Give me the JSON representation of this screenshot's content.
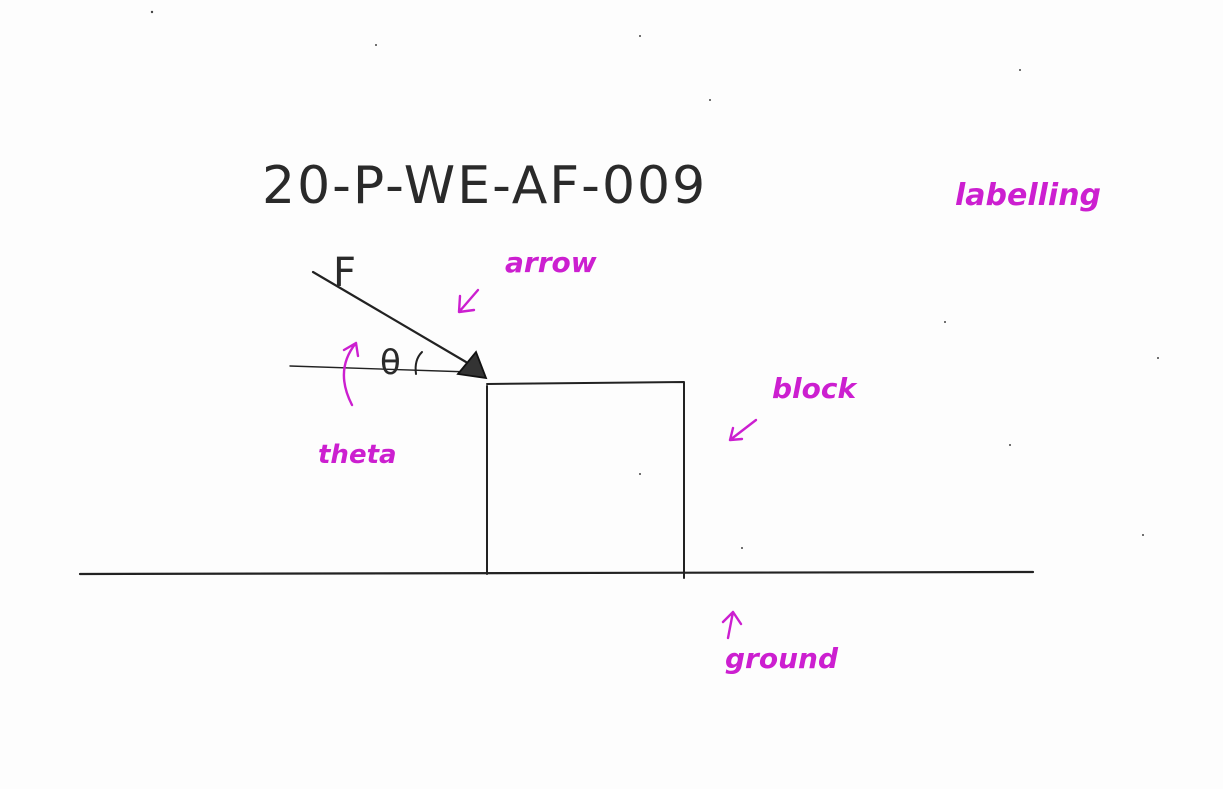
{
  "diagram": {
    "code": "20-P-WE-AF-009",
    "category_label": "labelling",
    "force_symbol": "F",
    "angle_symbol": "θ",
    "callouts": {
      "arrow": "arrow",
      "theta": "theta",
      "block": "block",
      "ground": "ground"
    },
    "colors": {
      "pencil": "#222222",
      "marker": "#cc1fd0",
      "paper": "#fdfdfd"
    }
  }
}
